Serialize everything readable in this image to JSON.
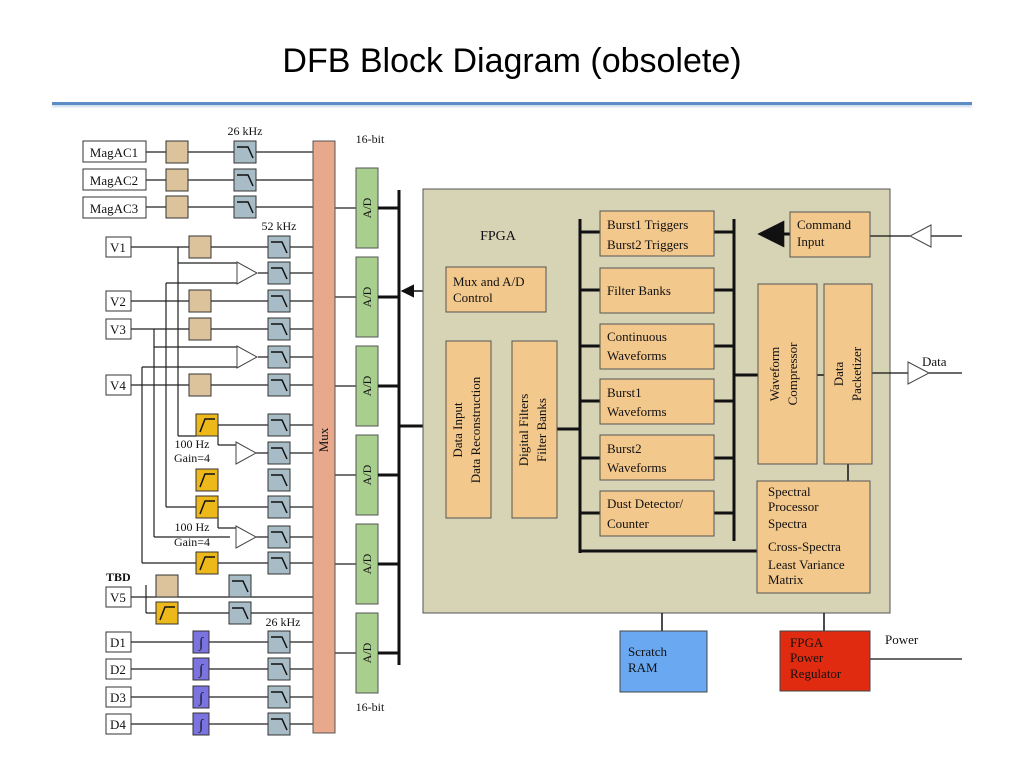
{
  "slide": {
    "title": "DFB Block Diagram (obsolete)"
  },
  "inputs": {
    "magac": [
      "MagAC1",
      "MagAC2",
      "MagAC3"
    ],
    "v": [
      "V1",
      "V2",
      "V3",
      "V4"
    ],
    "v5": "V5",
    "d": [
      "D1",
      "D2",
      "D3",
      "D4"
    ],
    "tbd": "TBD"
  },
  "freq_labels": {
    "magac": "26 kHz",
    "v": "52 kHz",
    "d": "26 kHz"
  },
  "hp_labels": {
    "first_hz": "100 Hz",
    "first_gain": "Gain=4",
    "second_hz": "100 Hz",
    "second_gain": "Gain=4"
  },
  "adc": {
    "label": "A/D",
    "count": 6,
    "bits_top": "16-bit",
    "bits_bottom": "16-bit"
  },
  "mux": {
    "label": "Mux"
  },
  "fpga": {
    "label": "FPGA",
    "mux_ad_control": [
      "Mux and A/D",
      "Control"
    ],
    "data_input": [
      "Data Input",
      "Data Reconstruction"
    ],
    "digital_filters": [
      "Digital Filters",
      "Filter Banks"
    ],
    "burst_triggers": [
      "Burst1 Triggers",
      "Burst2 Triggers"
    ],
    "filter_banks": "Filter Banks",
    "continuous": [
      "Continuous",
      "Waveforms"
    ],
    "burst1": [
      "Burst1",
      "Waveforms"
    ],
    "burst2": [
      "Burst2",
      "Waveforms"
    ],
    "dust": [
      "Dust Detector/",
      "Counter"
    ],
    "command": [
      "Command",
      "Input"
    ],
    "compressor": [
      "Waveform",
      "Compressor"
    ],
    "packetizer": [
      "Data",
      "Packetizer"
    ],
    "spectral": [
      "Spectral",
      "Processor",
      "Spectra",
      "Cross-Spectra",
      "Least Variance",
      "Matrix"
    ]
  },
  "outputs": {
    "data": "Data",
    "power": "Power"
  },
  "external": {
    "scratch_ram": [
      "Scratch",
      "RAM"
    ],
    "regulator": [
      "FPGA",
      "Power",
      "Regulator"
    ]
  },
  "colors": {
    "tan": "#dcc39c",
    "filter": "#a7bcc6",
    "yellow": "#ecb81a",
    "integrator": "#7b73e0",
    "mux": "#e8a88c",
    "adc": "#a8cf8e",
    "fpga_bg": "#d7d4b6",
    "block": "#f3c88c",
    "ram": "#6aa8f2",
    "regulator": "#e02b10",
    "title_rule": "#5b8cc6"
  }
}
